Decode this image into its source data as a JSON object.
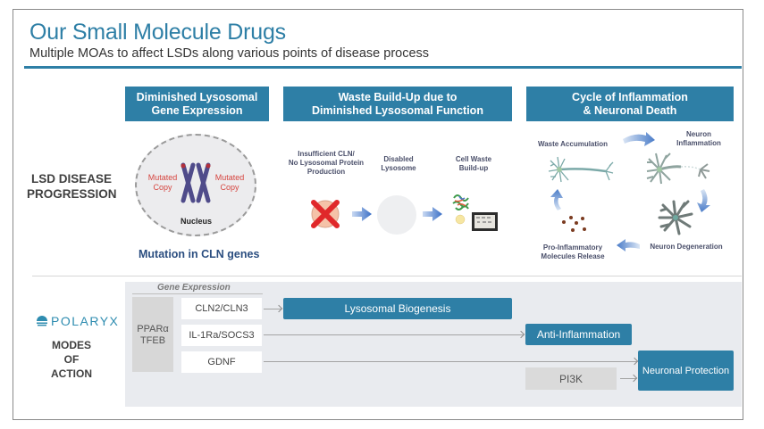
{
  "header": {
    "title": "Our Small Molecule Drugs",
    "subtitle": "Multiple MOAs to affect LSDs along various points of disease process"
  },
  "colors": {
    "brand_blue": "#2e7fa6",
    "mutation_red": "#d6453f",
    "caption_navy": "#2b4e80",
    "panel_gray": "#e9ebef"
  },
  "progression": {
    "row_label_line1": "LSD DISEASE",
    "row_label_line2": "PROGRESSION",
    "stages": [
      {
        "header_line1": "Diminished Lysosomal",
        "header_line2": "Gene Expression",
        "mutated_left_line1": "Mutated",
        "mutated_left_line2": "Copy",
        "mutated_right_line1": "Mutated",
        "mutated_right_line2": "Copy",
        "nucleus_label": "Nucleus",
        "caption": "Mutation in CLN genes"
      },
      {
        "header_line1": "Waste Build-Up due to",
        "header_line2": "Diminished Lysosomal Function",
        "steps": [
          {
            "line1": "Insufficient CLN/",
            "line2": "No Lysosomal Protein",
            "line3": "Production",
            "icon": "red-x-icon"
          },
          {
            "line1": "Disabled",
            "line2": "Lysosome",
            "icon": "lysosome-circle-icon"
          },
          {
            "line1": "Cell Waste",
            "line2": "Build-up",
            "icon": "protein-waste-icon"
          }
        ]
      },
      {
        "header_line1": "Cycle of Inflammation",
        "header_line2": "& Neuronal Death",
        "cycle": [
          {
            "line1": "Waste Accumulation",
            "icon": "healthy-neuron-icon"
          },
          {
            "line1": "Neuron",
            "line2": "Inflammation",
            "icon": "inflamed-neuron-icon"
          },
          {
            "line1": "Neuron Degeneration",
            "icon": "degenerated-neuron-icon"
          },
          {
            "line1": "Pro-Inflammatory",
            "line2": "Molecules Release",
            "icon": "molecules-icon"
          }
        ]
      }
    ]
  },
  "moa": {
    "logo_text": "POLARYX",
    "row_label_line1": "MODES",
    "row_label_line2": "OF",
    "row_label_line3": "ACTION",
    "gene_expression_title": "Gene Expression",
    "regulators_line1": "PPARα",
    "regulators_line2": "TFEB",
    "genes": [
      "CLN2/CLN3",
      "IL-1Ra/SOCS3",
      "GDNF"
    ],
    "outcomes": {
      "lysosomal_biogenesis": "Lysosomal Biogenesis",
      "anti_inflammation": "Anti-Inflammation",
      "neuronal_protection": "Neuronal Protection"
    },
    "pi3k": "PI3K"
  }
}
